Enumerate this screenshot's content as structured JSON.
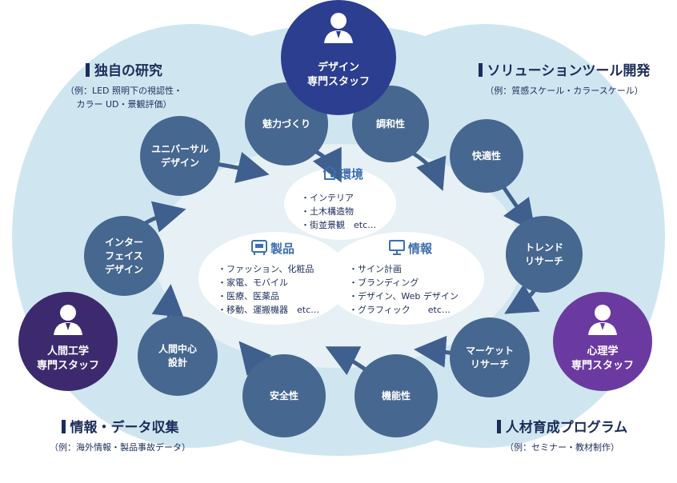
{
  "corners": {
    "top_left": {
      "title": "独自の研究",
      "sub1": "（例：LED 照明下の視認性・",
      "sub2": "カラー UD・景観評価）"
    },
    "top_right": {
      "title": "ソリューションツール開発",
      "sub1": "（例：質感スケール・カラースケール）"
    },
    "bottom_left": {
      "title": "情報・データ収集",
      "sub1": "（例：海外情報・製品事故データ）"
    },
    "bottom_right": {
      "title": "人材育成プログラム",
      "sub1": "（例：セミナー・教材制作）"
    }
  },
  "staff": [
    {
      "id": "design",
      "line1": "デザイン",
      "line2": "専門スタッフ",
      "color": "#2b3e8f"
    },
    {
      "id": "ergo",
      "line1": "人間工学",
      "line2": "専門スタッフ",
      "color": "#3d2a6e"
    },
    {
      "id": "psych",
      "line1": "心理学",
      "line2": "専門スタッフ",
      "color": "#6b3aa0"
    }
  ],
  "ring": [
    {
      "id": "miryoku",
      "lines": [
        "魅力づくり"
      ]
    },
    {
      "id": "chowa",
      "lines": [
        "調和性"
      ]
    },
    {
      "id": "kaiteki",
      "lines": [
        "快適性"
      ]
    },
    {
      "id": "trend",
      "lines": [
        "トレンド",
        "リサーチ"
      ]
    },
    {
      "id": "market",
      "lines": [
        "マーケット",
        "リサーチ"
      ]
    },
    {
      "id": "kinou",
      "lines": [
        "機能性"
      ]
    },
    {
      "id": "anzen",
      "lines": [
        "安全性"
      ]
    },
    {
      "id": "ningen",
      "lines": [
        "人間中心",
        "設計"
      ]
    },
    {
      "id": "interface",
      "lines": [
        "インター",
        "フェイス",
        "デザイン"
      ]
    },
    {
      "id": "universal",
      "lines": [
        "ユニバーサル",
        "デザイン"
      ]
    }
  ],
  "domains": {
    "env": {
      "title": "環境",
      "icon": "house-icon",
      "items": [
        "・インテリア",
        "・土木構造物",
        "・街並景観　etc…"
      ]
    },
    "product": {
      "title": "製品",
      "icon": "product-icon",
      "items": [
        "・ファッション、化粧品",
        "・家電、モバイル",
        "・医療、医薬品",
        "・移動、運搬機器　etc…"
      ]
    },
    "info": {
      "title": "情報",
      "icon": "monitor-icon",
      "items": [
        "・サイン計画",
        "・ブランディング",
        "・デザイン、Web デザイン",
        "・グラフィック　　etc…"
      ]
    }
  },
  "colors": {
    "petal_light": "#cfe6f1",
    "center_fill": "#e6f0f5",
    "center_cloud": "#ffffff",
    "bubble": "#46678f",
    "text_dark": "#1d2d5a",
    "domain_title": "#3d6fb0",
    "arrow": "#3f5f8e"
  }
}
